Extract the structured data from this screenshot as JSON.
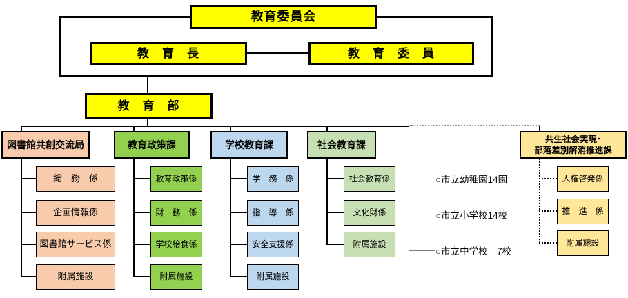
{
  "org": {
    "board": "教育委員会",
    "superintendent": "教　育　長",
    "members": "教　育　委　員",
    "dept": "教　育　部"
  },
  "divisions": [
    {
      "title": "図書館共創交流局",
      "color": "#F8CBAD",
      "sections": [
        "総　務　係",
        "企画情報係",
        "図書館サービス係",
        "附属施設"
      ]
    },
    {
      "title": "教育政策課",
      "color": "#92D050",
      "sections": [
        "教育政策係",
        "財　務　係",
        "学校給食係",
        "附属施設"
      ]
    },
    {
      "title": "学校教育課",
      "color": "#BDD7EE",
      "sections": [
        "学　務　係",
        "指　導　係",
        "安全支援係",
        "附属施設"
      ]
    },
    {
      "title": "社会教育課",
      "color": "#C6E0B4",
      "sections": [
        "社会教育係",
        "文化財係",
        "附属施設"
      ]
    },
    {
      "title_line1": "共生社会実現･",
      "title_line2": "部落差別解消推進課",
      "color": "#FFE699",
      "sections": [
        "人権啓発係",
        "推　進　係",
        "附属施設"
      ]
    }
  ],
  "schools": [
    {
      "label": "○市立幼稚園14園"
    },
    {
      "label": "○市立小学校14校"
    },
    {
      "label": "○市立中学校　7校"
    }
  ],
  "line_colors": {
    "solid": "#000000",
    "gray": "#808080"
  },
  "box_colors": {
    "top": "#FFFF00"
  }
}
